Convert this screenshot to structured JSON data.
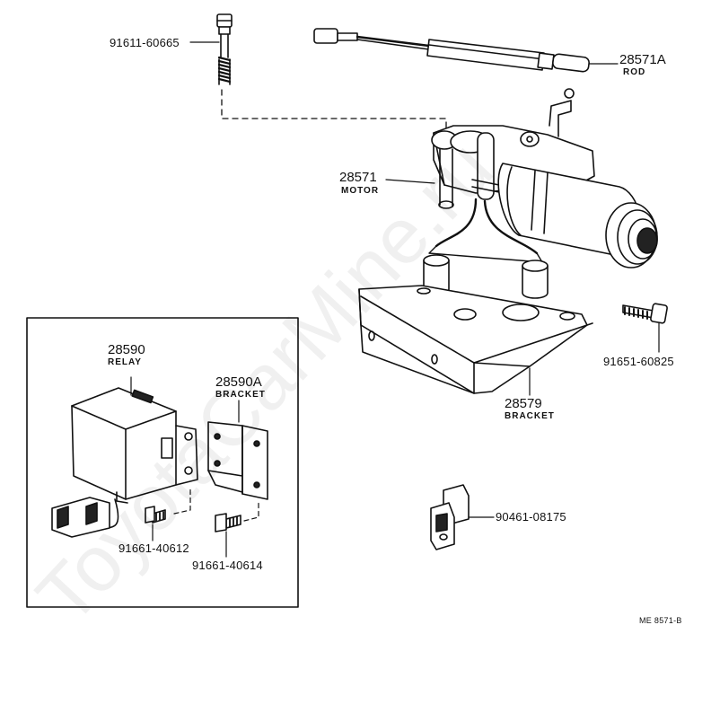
{
  "parts": {
    "bolt_top": {
      "number": "91611-60665"
    },
    "rod": {
      "number": "28571A",
      "name": "ROD"
    },
    "motor": {
      "number": "28571",
      "name": "MOTOR"
    },
    "bracket_main": {
      "number": "28579",
      "name": "BRACKET"
    },
    "bolt_right": {
      "number": "91651-60825"
    },
    "clip": {
      "number": "90461-08175"
    },
    "relay": {
      "number": "28590",
      "name": "RELAY"
    },
    "relay_bracket": {
      "number": "28590A",
      "name": "BRACKET"
    },
    "bolt_relay_1": {
      "number": "91661-40612"
    },
    "bolt_relay_2": {
      "number": "91661-40614"
    }
  },
  "footer": {
    "code": "ME 8571-B"
  },
  "watermark": {
    "text": "ToyotaCarMine.ru"
  }
}
